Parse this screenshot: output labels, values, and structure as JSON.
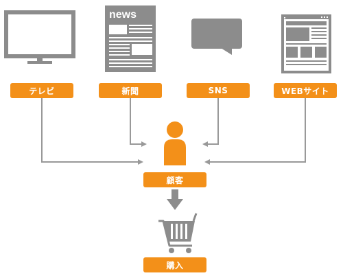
{
  "colors": {
    "accent": "#f39019",
    "gray": "#8c8c8c",
    "line": "#999999"
  },
  "sources": [
    {
      "id": "tv",
      "label": "テレビ",
      "icon": "tv-icon"
    },
    {
      "id": "newspaper",
      "label": "新聞",
      "icon": "newspaper-icon",
      "icon_text": "news"
    },
    {
      "id": "sns",
      "label": "SNS",
      "icon": "speech-bubble-icon"
    },
    {
      "id": "web",
      "label": "WEBサイト",
      "icon": "browser-window-icon"
    }
  ],
  "customer": {
    "label": "顧客",
    "icon": "person-icon"
  },
  "purchase": {
    "label": "購入",
    "icon": "shopping-cart-icon"
  }
}
